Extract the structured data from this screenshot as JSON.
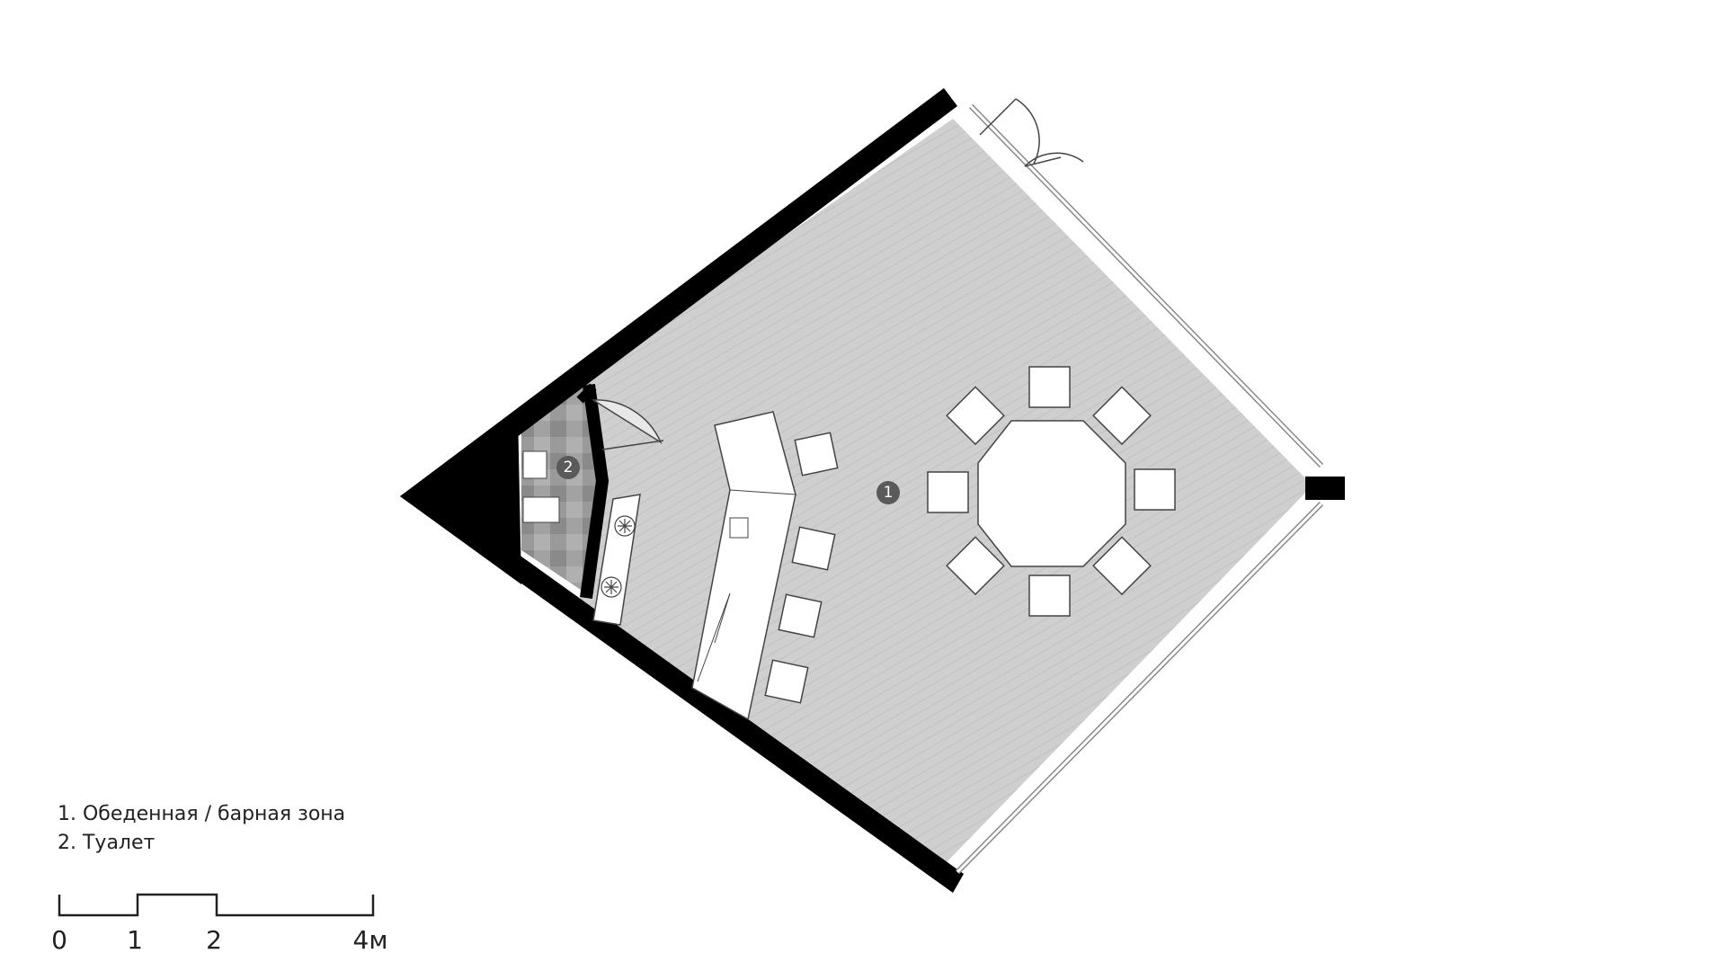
{
  "legend": {
    "items": [
      {
        "number": "1",
        "label": "1. Обеденная / барная зона"
      },
      {
        "number": "2",
        "label": "2. Туалет"
      }
    ]
  },
  "zones": [
    {
      "number": "1",
      "name": "Обеденная / барная зона"
    },
    {
      "number": "2",
      "name": "Туалет"
    }
  ],
  "scale_bar": {
    "ticks": [
      "0",
      "1",
      "2",
      "4м"
    ],
    "tick_values_m": [
      0,
      1,
      2,
      4
    ]
  },
  "colors": {
    "wall": "#000000",
    "floor": "#cfcfcf",
    "floor_pattern": "#c2c2c2",
    "toilet_tiles_dark": "#8e8e8e",
    "toilet_tiles_light": "#b4b4b4",
    "furniture": "#ffffff",
    "marker": "#5a5a5a",
    "text": "#222222"
  }
}
